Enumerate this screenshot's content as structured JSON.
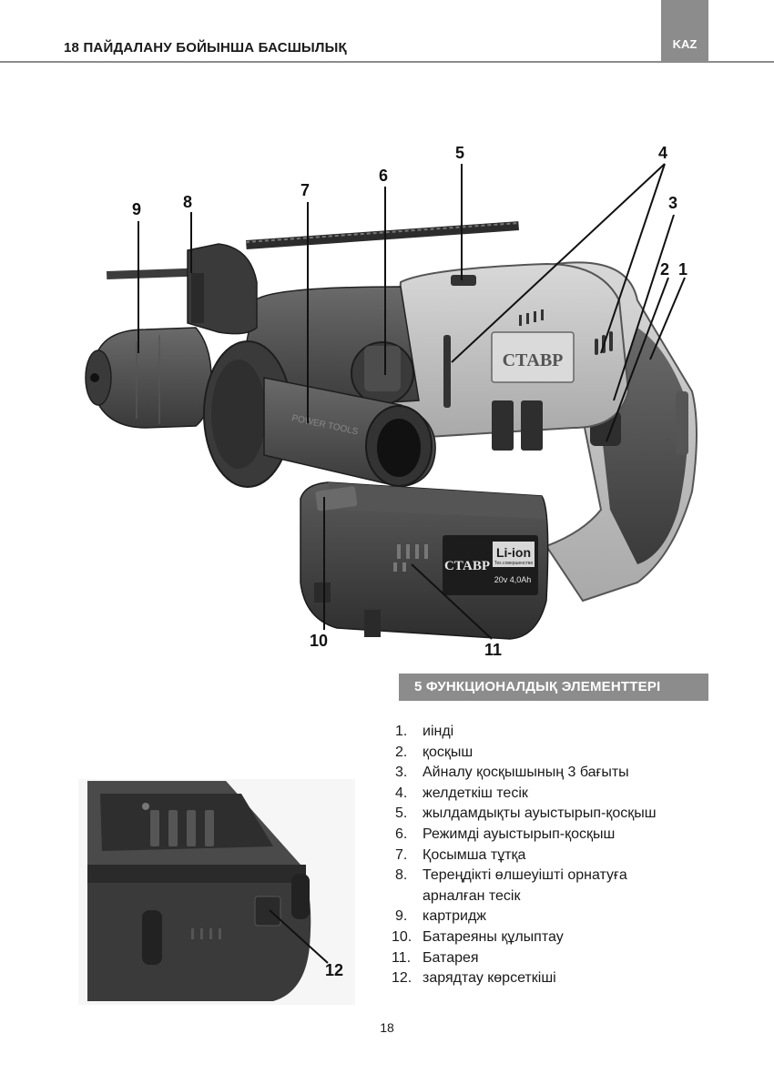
{
  "header": {
    "title": "18  ПАЙДАЛАНУ БОЙЫНША БАСШЫЛЫҚ",
    "language_tab": "KAZ"
  },
  "figure_main": {
    "logo_text": "СТАВР",
    "battery_logo_text": "СТАВР",
    "battery_badge": "Li-ion",
    "battery_badge_sub": "Тех.совершенство",
    "battery_spec": "20v 4,0Ah",
    "handle_text": "POWER TOOLS",
    "callouts": [
      "1",
      "2",
      "3",
      "4",
      "5",
      "6",
      "7",
      "8",
      "9",
      "10",
      "11"
    ]
  },
  "figure_battery": {
    "callout": "12"
  },
  "section": {
    "title": "5 ФУНКЦИОНАЛДЫҚ ЭЛЕМЕНТТЕРІ"
  },
  "parts": [
    {
      "num": "1.",
      "text": "иінді"
    },
    {
      "num": "2.",
      "text": "қосқыш"
    },
    {
      "num": "3.",
      "text": "Айналу қосқышының 3 бағыты"
    },
    {
      "num": "4.",
      "text": "желдеткіш тесік"
    },
    {
      "num": "5.",
      "text": "жылдамдықты ауыстырып-қосқыш"
    },
    {
      "num": "6.",
      "text": "Режимді ауыстырып-қосқыш"
    },
    {
      "num": "7.",
      "text": "Қосымша тұтқа"
    },
    {
      "num": "8.",
      "text": "Тереңдікті өлшеуішті орнатуға арналған тесік"
    },
    {
      "num": "9.",
      "text": "картридж"
    },
    {
      "num": "10.",
      "text": "Батареяны құлыптау"
    },
    {
      "num": "11.",
      "text": "Батарея"
    },
    {
      "num": "12.",
      "text": "зарядтау көрсеткіші"
    }
  ],
  "footer": {
    "page_number": "18"
  }
}
